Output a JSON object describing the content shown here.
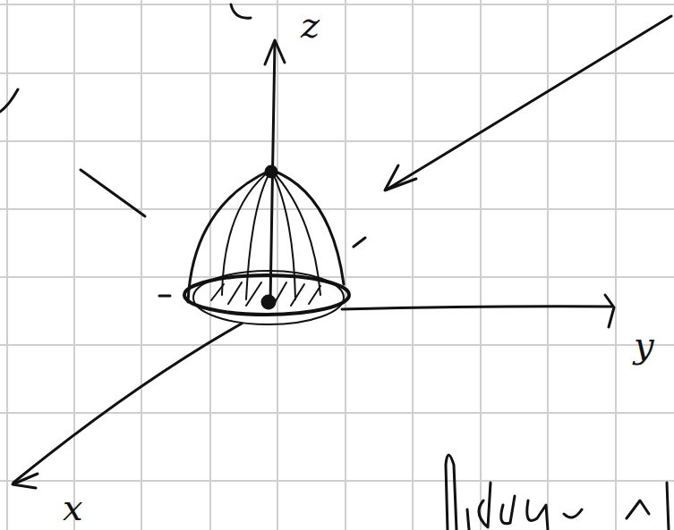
{
  "diagram": {
    "labels": [
      "z",
      "y",
      "x"
    ]
  }
}
